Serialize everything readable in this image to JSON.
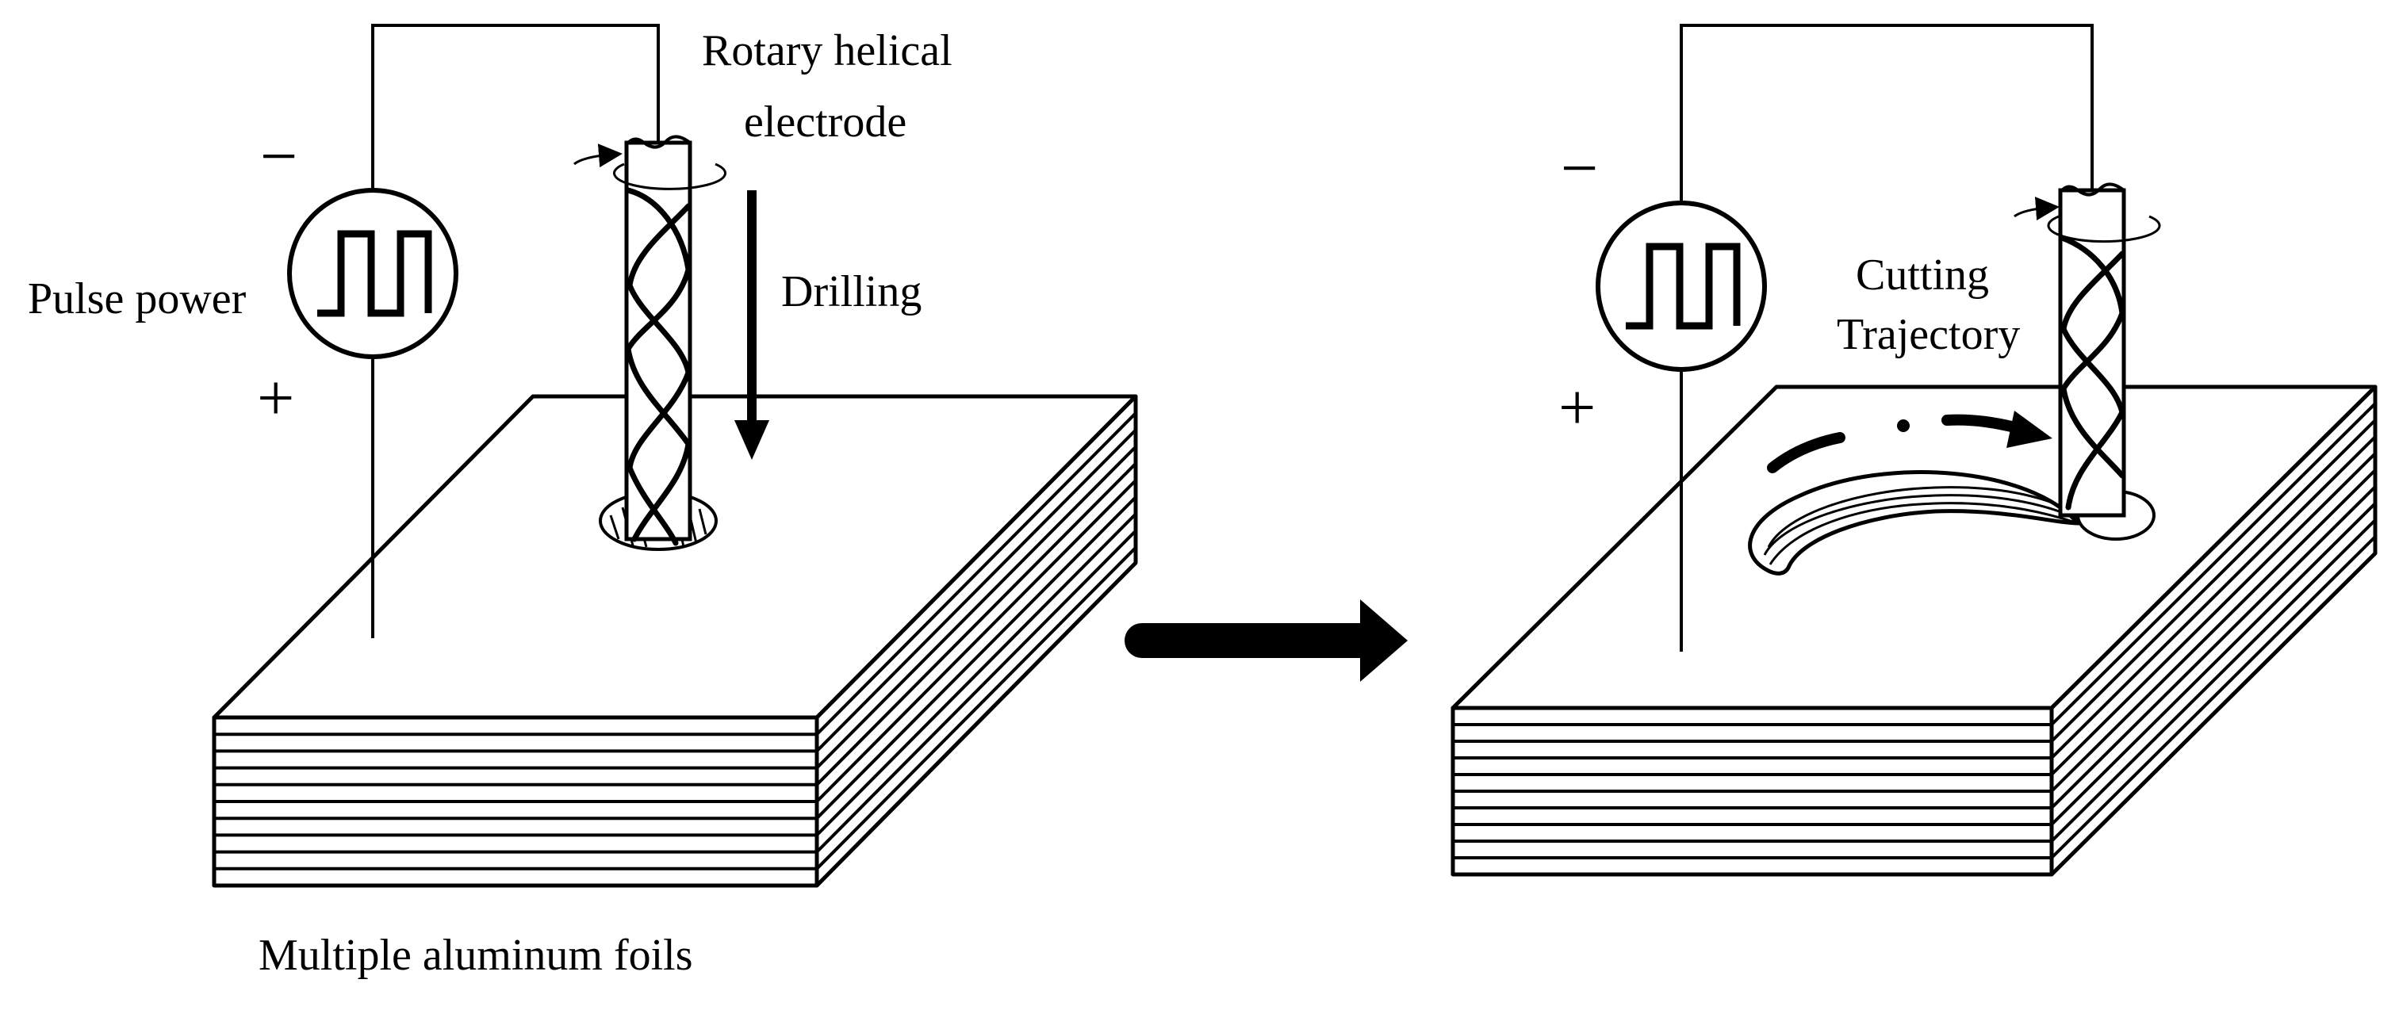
{
  "labels": {
    "electrode": [
      "Rotary helical",
      "electrode"
    ],
    "pulse_power": "Pulse power",
    "drilling": "Drilling",
    "cutting": [
      "Cutting",
      "Trajectory"
    ],
    "foils": "Multiple aluminum foils"
  },
  "polarity": {
    "minus": "−",
    "plus": "+"
  },
  "icons": [
    "pulse-wave-icon",
    "rotation-arrow-icon",
    "helical-electrode-icon",
    "process-arrow-icon"
  ],
  "colors": {
    "ink": "#000000",
    "paper": "#ffffff"
  }
}
